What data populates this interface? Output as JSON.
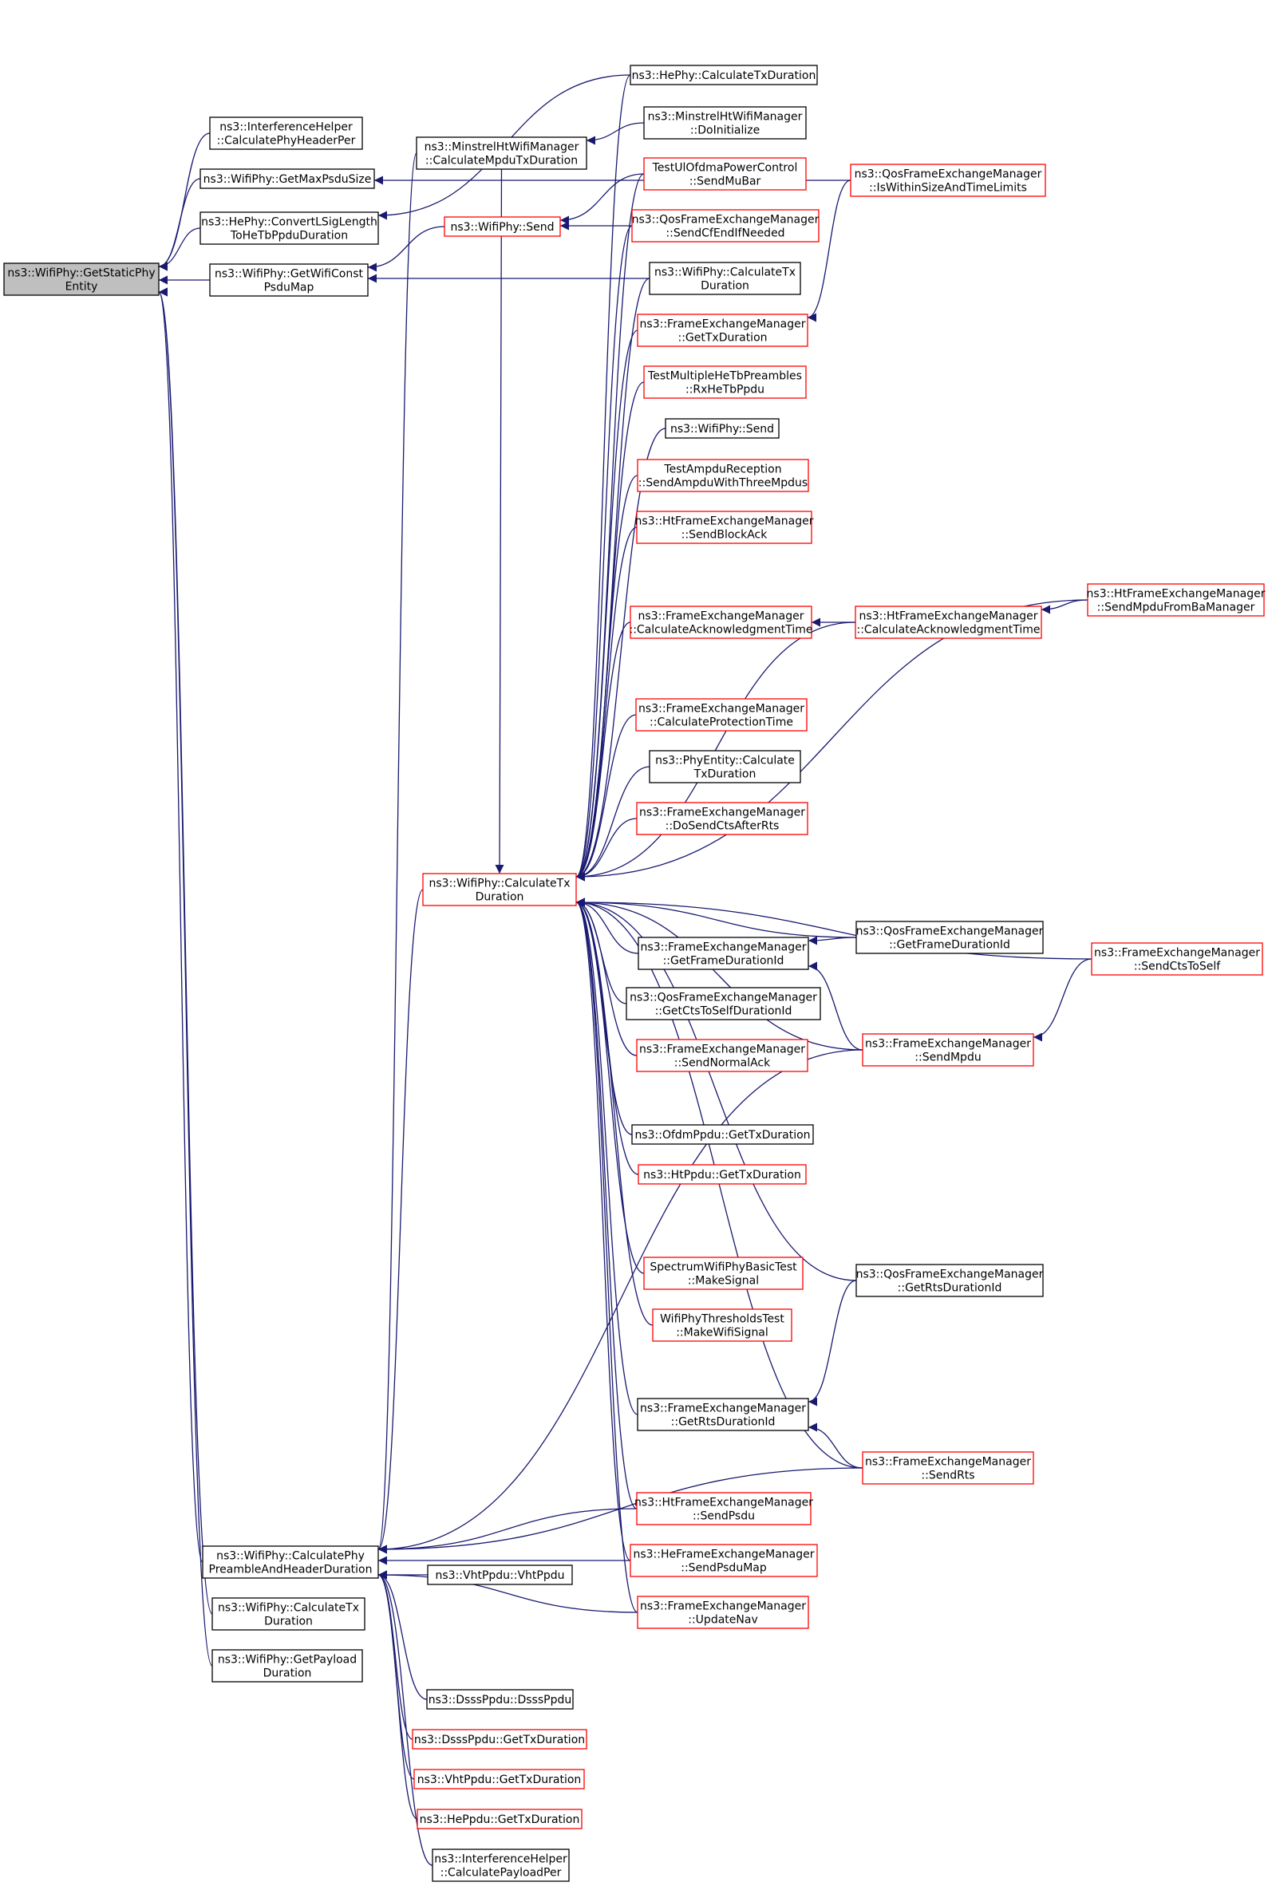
{
  "colors": {
    "root_fill": "#bfbfbf",
    "node_fill": "#ffffff",
    "border_black": "#000000",
    "border_red": "#ff0000",
    "edge": "#191970"
  },
  "nodes": [
    {
      "id": "n00",
      "lines": [
        "ns3::WifiPhy::GetStaticPhy",
        "Entity"
      ],
      "border": "black",
      "root": true
    },
    {
      "id": "n01",
      "lines": [
        "ns3::InterferenceHelper",
        "::CalculatePhyHeaderPer"
      ],
      "border": "black"
    },
    {
      "id": "n02",
      "lines": [
        "ns3::WifiPhy::GetMaxPsduSize"
      ],
      "border": "black"
    },
    {
      "id": "n03",
      "lines": [
        "ns3::HePhy::ConvertLSigLength",
        "ToHeTbPpduDuration"
      ],
      "border": "black"
    },
    {
      "id": "n04",
      "lines": [
        "ns3::WifiPhy::GetWifiConst",
        "PsduMap"
      ],
      "border": "black"
    },
    {
      "id": "n05",
      "lines": [
        "ns3::WifiPhy::CalculatePhy",
        "PreambleAndHeaderDuration"
      ],
      "border": "black"
    },
    {
      "id": "n06",
      "lines": [
        "ns3::WifiPhy::CalculateTx",
        "Duration"
      ],
      "border": "black"
    },
    {
      "id": "n07",
      "lines": [
        "ns3::WifiPhy::GetPayload",
        "Duration"
      ],
      "border": "black"
    },
    {
      "id": "n08",
      "lines": [
        "ns3::MinstrelHtWifiManager",
        "::CalculateMpduTxDuration"
      ],
      "border": "black"
    },
    {
      "id": "n09",
      "lines": [
        "ns3::WifiPhy::Send"
      ],
      "border": "red"
    },
    {
      "id": "n10",
      "lines": [
        "ns3::WifiPhy::CalculateTx",
        "Duration"
      ],
      "border": "red"
    },
    {
      "id": "n11",
      "lines": [
        "ns3::HePhy::CalculateTxDuration"
      ],
      "border": "black"
    },
    {
      "id": "n12",
      "lines": [
        "ns3::MinstrelHtWifiManager",
        "::DoInitialize"
      ],
      "border": "black"
    },
    {
      "id": "n13",
      "lines": [
        "TestUlOfdmaPowerControl",
        "::SendMuBar"
      ],
      "border": "red"
    },
    {
      "id": "n14",
      "lines": [
        "ns3::QosFrameExchangeManager",
        "::SendCfEndIfNeeded"
      ],
      "border": "red"
    },
    {
      "id": "n15",
      "lines": [
        "ns3::WifiPhy::CalculateTx",
        "Duration"
      ],
      "border": "black"
    },
    {
      "id": "n16",
      "lines": [
        "ns3::FrameExchangeManager",
        "::GetTxDuration"
      ],
      "border": "red"
    },
    {
      "id": "n17",
      "lines": [
        "TestMultipleHeTbPreambles",
        "::RxHeTbPpdu"
      ],
      "border": "red"
    },
    {
      "id": "n18",
      "lines": [
        "ns3::WifiPhy::Send"
      ],
      "border": "black"
    },
    {
      "id": "n19",
      "lines": [
        "TestAmpduReception",
        "::SendAmpduWithThreeMpdus"
      ],
      "border": "red"
    },
    {
      "id": "n20",
      "lines": [
        "ns3::HtFrameExchangeManager",
        "::SendBlockAck"
      ],
      "border": "red"
    },
    {
      "id": "n21",
      "lines": [
        "ns3::FrameExchangeManager",
        "::CalculateAcknowledgmentTime"
      ],
      "border": "red"
    },
    {
      "id": "n22",
      "lines": [
        "ns3::FrameExchangeManager",
        "::CalculateProtectionTime"
      ],
      "border": "red"
    },
    {
      "id": "n23",
      "lines": [
        "ns3::PhyEntity::Calculate",
        "TxDuration"
      ],
      "border": "black"
    },
    {
      "id": "n24",
      "lines": [
        "ns3::FrameExchangeManager",
        "::DoSendCtsAfterRts"
      ],
      "border": "red"
    },
    {
      "id": "n25",
      "lines": [
        "ns3::FrameExchangeManager",
        "::GetFrameDurationId"
      ],
      "border": "black"
    },
    {
      "id": "n26",
      "lines": [
        "ns3::QosFrameExchangeManager",
        "::GetCtsToSelfDurationId"
      ],
      "border": "black"
    },
    {
      "id": "n27",
      "lines": [
        "ns3::FrameExchangeManager",
        "::SendNormalAck"
      ],
      "border": "red"
    },
    {
      "id": "n28",
      "lines": [
        "ns3::OfdmPpdu::GetTxDuration"
      ],
      "border": "black"
    },
    {
      "id": "n29",
      "lines": [
        "ns3::HtPpdu::GetTxDuration"
      ],
      "border": "red"
    },
    {
      "id": "n30",
      "lines": [
        "SpectrumWifiPhyBasicTest",
        "::MakeSignal"
      ],
      "border": "red"
    },
    {
      "id": "n31",
      "lines": [
        "WifiPhyThresholdsTest",
        "::MakeWifiSignal"
      ],
      "border": "red"
    },
    {
      "id": "n32",
      "lines": [
        "ns3::FrameExchangeManager",
        "::GetRtsDurationId"
      ],
      "border": "black"
    },
    {
      "id": "n33",
      "lines": [
        "ns3::HtFrameExchangeManager",
        "::SendPsdu"
      ],
      "border": "red"
    },
    {
      "id": "n34",
      "lines": [
        "ns3::HeFrameExchangeManager",
        "::SendPsduMap"
      ],
      "border": "red"
    },
    {
      "id": "n35",
      "lines": [
        "ns3::FrameExchangeManager",
        "::UpdateNav"
      ],
      "border": "red"
    },
    {
      "id": "n36",
      "lines": [
        "ns3::VhtPpdu::VhtPpdu"
      ],
      "border": "black"
    },
    {
      "id": "n37",
      "lines": [
        "ns3::DsssPpdu::DsssPpdu"
      ],
      "border": "black"
    },
    {
      "id": "n38",
      "lines": [
        "ns3::DsssPpdu::GetTxDuration"
      ],
      "border": "red"
    },
    {
      "id": "n39",
      "lines": [
        "ns3::VhtPpdu::GetTxDuration"
      ],
      "border": "red"
    },
    {
      "id": "n40",
      "lines": [
        "ns3::HePpdu::GetTxDuration"
      ],
      "border": "red"
    },
    {
      "id": "n41",
      "lines": [
        "ns3::InterferenceHelper",
        "::CalculatePayloadPer"
      ],
      "border": "black"
    },
    {
      "id": "n42",
      "lines": [
        "ns3::QosFrameExchangeManager",
        "::IsWithinSizeAndTimeLimits"
      ],
      "border": "red"
    },
    {
      "id": "n43",
      "lines": [
        "ns3::HtFrameExchangeManager",
        "::CalculateAcknowledgmentTime"
      ],
      "border": "red"
    },
    {
      "id": "n44",
      "lines": [
        "ns3::HtFrameExchangeManager",
        "::SendMpduFromBaManager"
      ],
      "border": "red"
    },
    {
      "id": "n45",
      "lines": [
        "ns3::QosFrameExchangeManager",
        "::GetFrameDurationId"
      ],
      "border": "black"
    },
    {
      "id": "n46",
      "lines": [
        "ns3::FrameExchangeManager",
        "::SendCtsToSelf"
      ],
      "border": "red"
    },
    {
      "id": "n47",
      "lines": [
        "ns3::FrameExchangeManager",
        "::SendMpdu"
      ],
      "border": "red"
    },
    {
      "id": "n48",
      "lines": [
        "ns3::QosFrameExchangeManager",
        "::GetRtsDurationId"
      ],
      "border": "black"
    },
    {
      "id": "n49",
      "lines": [
        "ns3::FrameExchangeManager",
        "::SendRts"
      ],
      "border": "red"
    }
  ],
  "edges": [
    [
      "n00",
      "n01"
    ],
    [
      "n00",
      "n02"
    ],
    [
      "n00",
      "n03"
    ],
    [
      "n00",
      "n04"
    ],
    [
      "n00",
      "n05"
    ],
    [
      "n00",
      "n06"
    ],
    [
      "n00",
      "n07"
    ],
    [
      "n02",
      "n42"
    ],
    [
      "n03",
      "n11"
    ],
    [
      "n04",
      "n09"
    ],
    [
      "n04",
      "n15"
    ],
    [
      "n08",
      "n12"
    ],
    [
      "n09",
      "n13"
    ],
    [
      "n09",
      "n14"
    ],
    [
      "n10",
      "n11"
    ],
    [
      "n10",
      "n08"
    ],
    [
      "n10",
      "n13"
    ],
    [
      "n10",
      "n14"
    ],
    [
      "n10",
      "n15"
    ],
    [
      "n10",
      "n16"
    ],
    [
      "n10",
      "n17"
    ],
    [
      "n10",
      "n18"
    ],
    [
      "n10",
      "n19"
    ],
    [
      "n10",
      "n20"
    ],
    [
      "n10",
      "n44"
    ],
    [
      "n10",
      "n21"
    ],
    [
      "n10",
      "n43"
    ],
    [
      "n10",
      "n22"
    ],
    [
      "n10",
      "n23"
    ],
    [
      "n10",
      "n24"
    ],
    [
      "n10",
      "n46"
    ],
    [
      "n10",
      "n45"
    ],
    [
      "n10",
      "n25"
    ],
    [
      "n10",
      "n26"
    ],
    [
      "n10",
      "n27"
    ],
    [
      "n10",
      "n47"
    ],
    [
      "n10",
      "n28"
    ],
    [
      "n10",
      "n48"
    ],
    [
      "n10",
      "n29"
    ],
    [
      "n10",
      "n30"
    ],
    [
      "n10",
      "n31"
    ],
    [
      "n10",
      "n32"
    ],
    [
      "n10",
      "n49"
    ],
    [
      "n10",
      "n33"
    ],
    [
      "n10",
      "n34"
    ],
    [
      "n10",
      "n35"
    ],
    [
      "n16",
      "n42"
    ],
    [
      "n21",
      "n43"
    ],
    [
      "n43",
      "n44"
    ],
    [
      "n25",
      "n45"
    ],
    [
      "n25",
      "n47"
    ],
    [
      "n47",
      "n46"
    ],
    [
      "n32",
      "n48"
    ],
    [
      "n32",
      "n49"
    ],
    [
      "n05",
      "n10"
    ],
    [
      "n05",
      "n47"
    ],
    [
      "n05",
      "n08"
    ],
    [
      "n05",
      "n33"
    ],
    [
      "n05",
      "n34"
    ],
    [
      "n05",
      "n35"
    ],
    [
      "n05",
      "n36"
    ],
    [
      "n05",
      "n49"
    ],
    [
      "n05",
      "n37"
    ],
    [
      "n05",
      "n38"
    ],
    [
      "n05",
      "n39"
    ],
    [
      "n05",
      "n40"
    ],
    [
      "n05",
      "n41"
    ]
  ]
}
